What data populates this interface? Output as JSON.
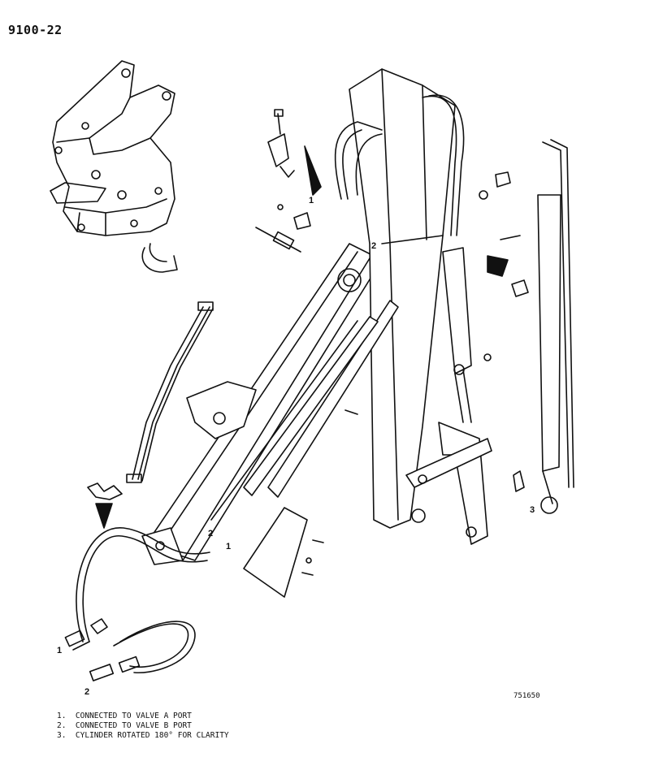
{
  "page_id": "9100-22",
  "drawing_number": "751650",
  "callouts": {
    "valve_a": "1",
    "valve_b": "2",
    "rotated": "3"
  },
  "notes": [
    {
      "num": "1.",
      "text": "CONNECTED TO VALVE A PORT"
    },
    {
      "num": "2.",
      "text": "CONNECTED TO VALVE B PORT"
    },
    {
      "num": "3.",
      "text": "CYLINDER ROTATED 180° FOR CLARITY"
    }
  ]
}
